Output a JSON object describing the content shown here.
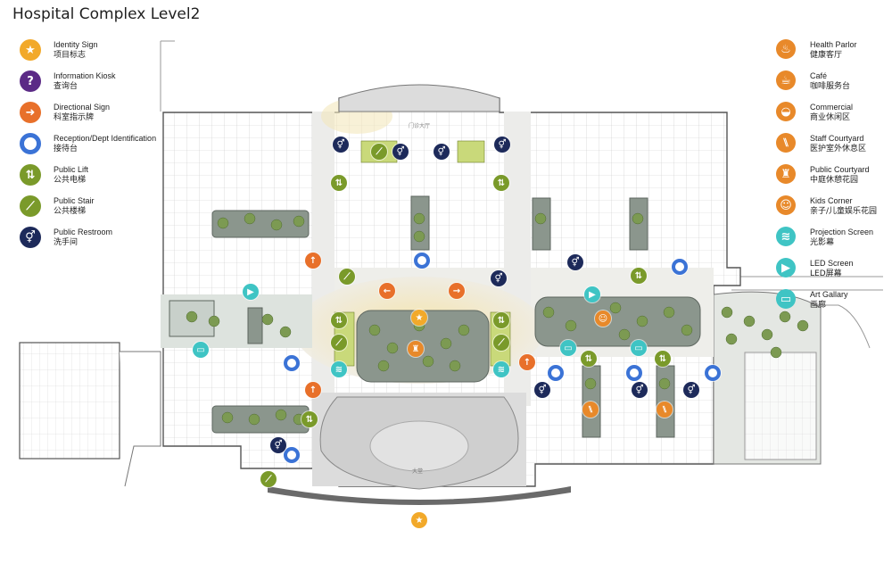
{
  "title": "Hospital Complex Level2",
  "colors": {
    "identity": "#f2a92a",
    "information": "#5b2a86",
    "directional": "#e8702a",
    "reception": "#3b73d6",
    "lift": "#7a9a2a",
    "stair": "#7a9a2a",
    "restroom": "#1d2a5a",
    "health": "#e8892a",
    "cafe": "#e8892a",
    "commercial": "#e8892a",
    "staff": "#e8892a",
    "public_courtyard": "#e8892a",
    "kids": "#e8892a",
    "projection": "#3fc4c4",
    "led": "#3fc4c4",
    "gallery": "#3fc4c4",
    "courtyard_fill": "#8a9a8a",
    "plaza_fill": "#f3e7b8"
  },
  "legend_left": [
    {
      "en": "Identity Sign",
      "cn": "项目标志",
      "icon": "star-icon",
      "glyph": "★",
      "color": "#f2a92a"
    },
    {
      "en": "Information Kiosk",
      "cn": "查询台",
      "icon": "question-icon",
      "glyph": "?",
      "color": "#5b2a86"
    },
    {
      "en": "Directional Sign",
      "cn": "科室指示牌",
      "icon": "arrow-right-icon",
      "glyph": "➜",
      "color": "#e8702a"
    },
    {
      "en": "Reception/Dept Identification",
      "cn": "接待台",
      "icon": "ring-icon",
      "glyph": "",
      "color": "#3b73d6"
    },
    {
      "en": "Public Lift",
      "cn": "公共电梯",
      "icon": "lift-icon",
      "glyph": "⇅",
      "color": "#7a9a2a"
    },
    {
      "en": "Public Stair",
      "cn": "公共楼梯",
      "icon": "stair-icon",
      "glyph": "⟋",
      "color": "#7a9a2a"
    },
    {
      "en": "Public Restroom",
      "cn": "洗手间",
      "icon": "restroom-icon",
      "glyph": "⚥",
      "color": "#1d2a5a"
    }
  ],
  "legend_right": [
    {
      "en": "Health Parlor",
      "cn": "健康客厅",
      "icon": "sofa-icon",
      "glyph": "♨",
      "color": "#e8892a"
    },
    {
      "en": "Café",
      "cn": "咖啡服务台",
      "icon": "coffee-icon",
      "glyph": "☕",
      "color": "#e8892a"
    },
    {
      "en": "Commercial",
      "cn": "商业休闲区",
      "icon": "shop-icon",
      "glyph": "◒",
      "color": "#e8892a"
    },
    {
      "en": "Staff Courtyard",
      "cn": "医护室外休息区",
      "icon": "staff-chair-icon",
      "glyph": "⑊",
      "color": "#e8892a"
    },
    {
      "en": "Public Courtyard",
      "cn": "中庭休憩花园",
      "icon": "bench-icon",
      "glyph": "♜",
      "color": "#e8892a"
    },
    {
      "en": "Kids Corner",
      "cn": "亲子/儿童娱乐花园",
      "icon": "kids-icon",
      "glyph": "☺",
      "color": "#e8892a"
    },
    {
      "en": "Projection Screen",
      "cn": "光影幕",
      "icon": "projection-icon",
      "glyph": "≋",
      "color": "#3fc4c4"
    },
    {
      "en": "LED Screen",
      "cn": "LED屏幕",
      "icon": "led-screen-icon",
      "glyph": "▶",
      "color": "#3fc4c4"
    },
    {
      "en": "Art Gallary",
      "cn": "画廊",
      "icon": "gallery-icon",
      "glyph": "▭",
      "color": "#3fc4c4"
    }
  ],
  "map_labels": {
    "entrance_hall": "大堂",
    "top_hall": "门诊大厅"
  }
}
